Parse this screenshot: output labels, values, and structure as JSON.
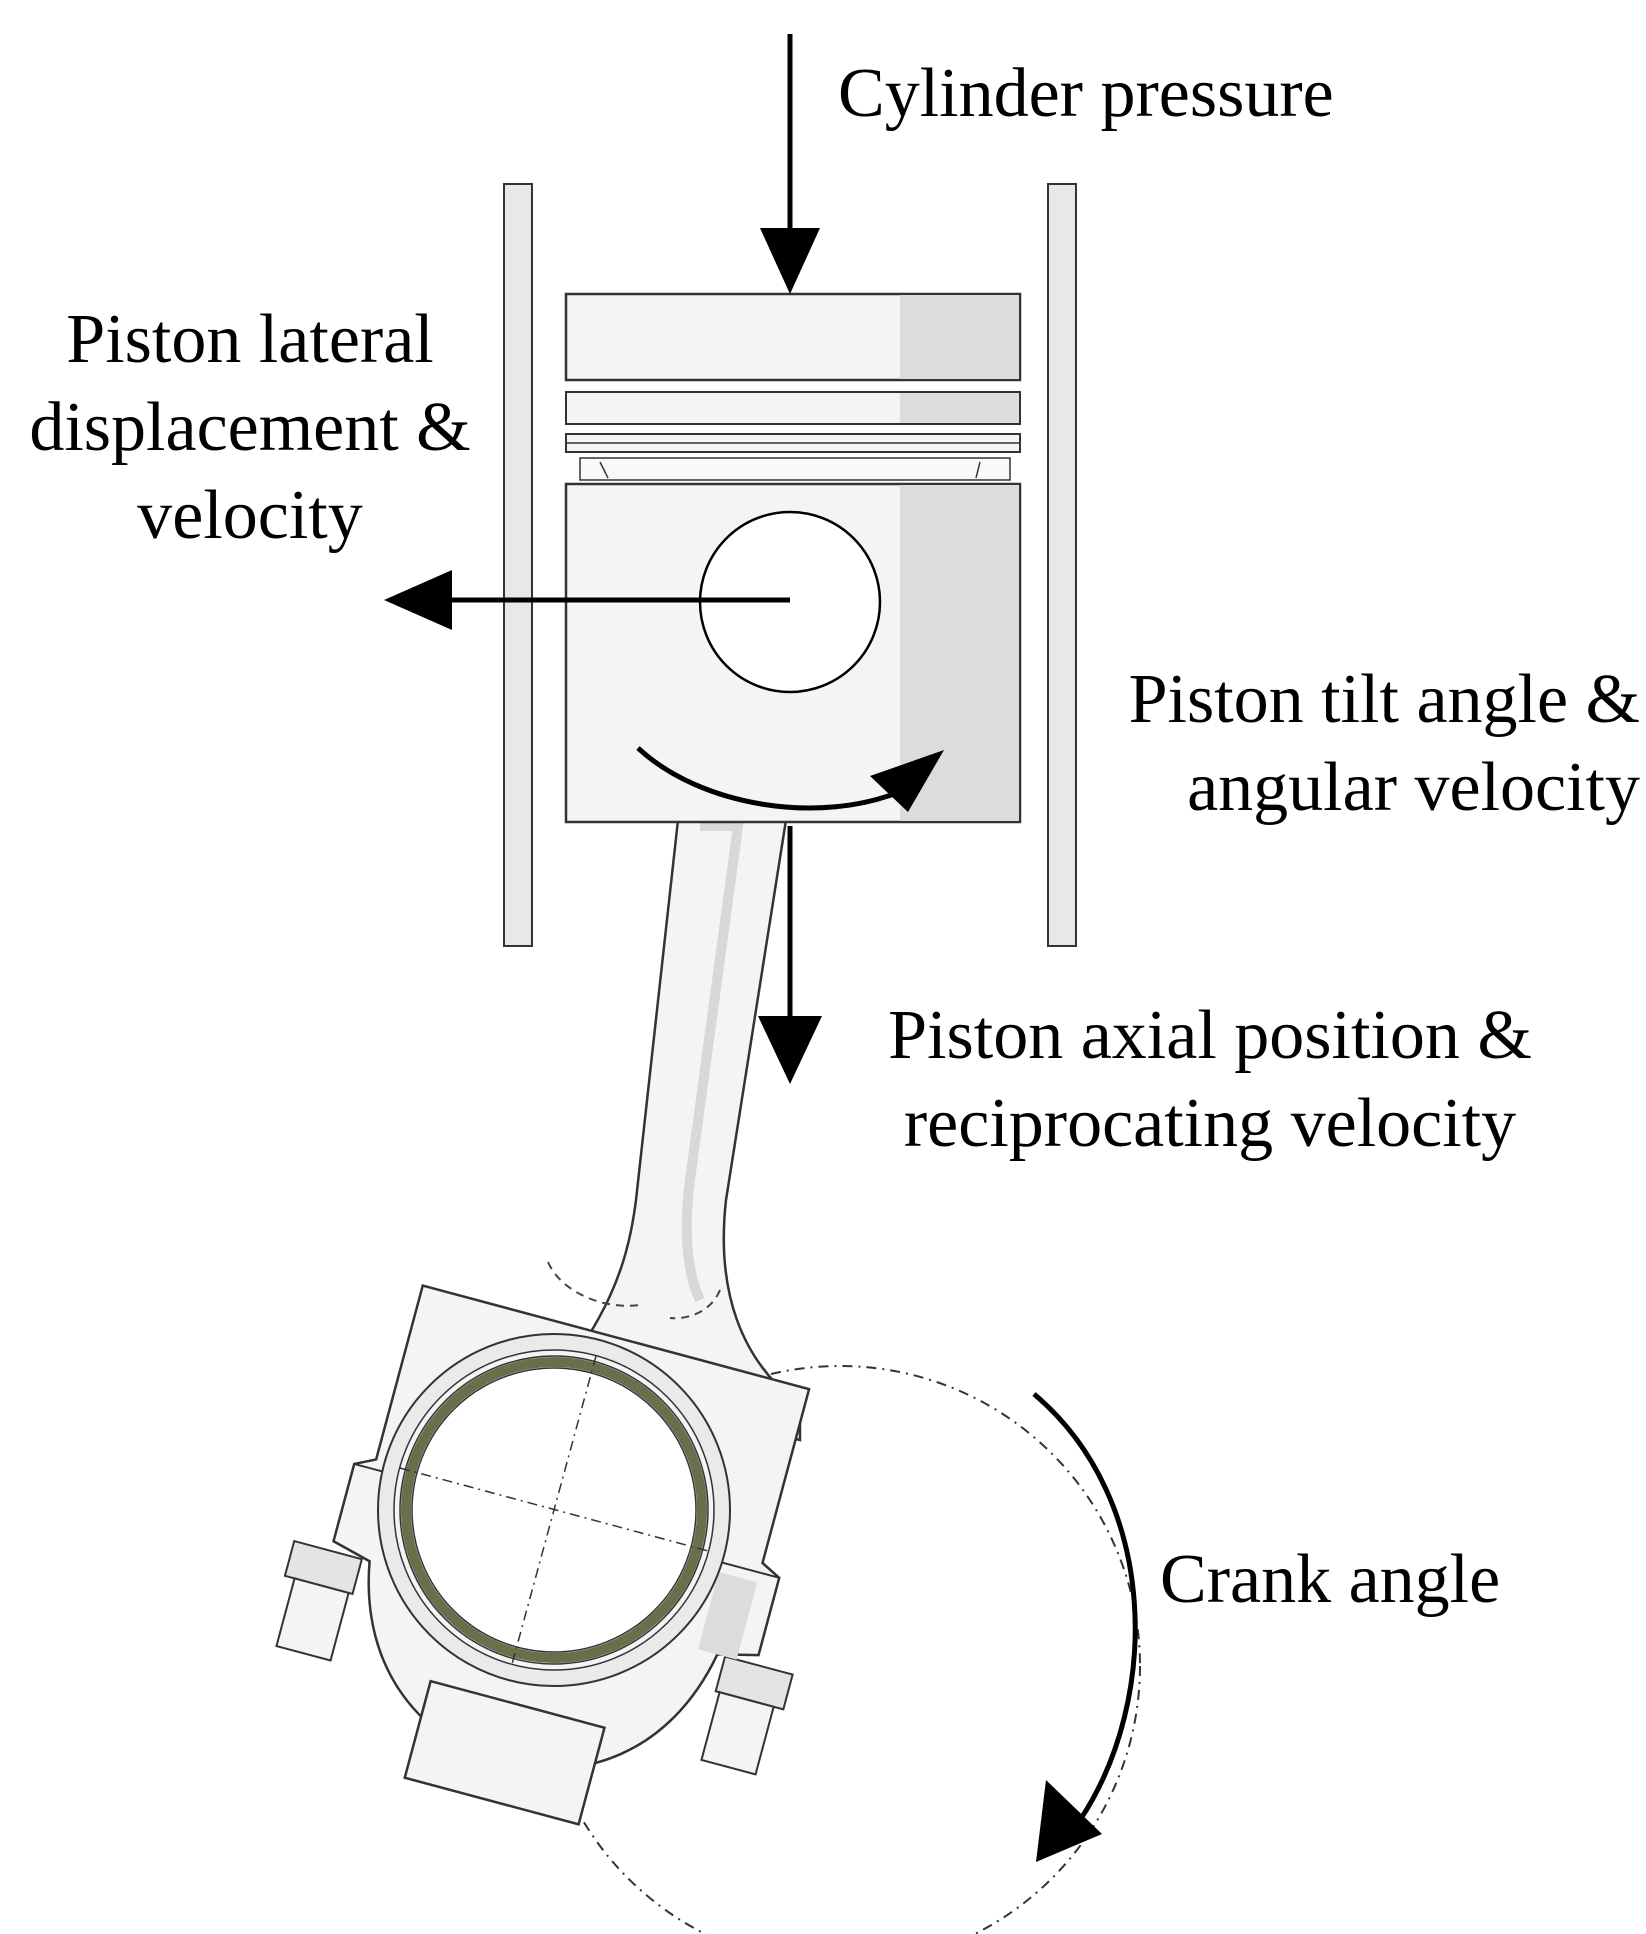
{
  "labels": {
    "cylinder_pressure": "Cylinder pressure",
    "lateral": [
      "Piston lateral",
      "displacement &",
      "velocity"
    ],
    "tilt": [
      "Piston tilt angle &",
      "angular velocity"
    ],
    "axial": [
      "Piston axial position &",
      "reciprocating velocity"
    ],
    "crank": "Crank angle"
  },
  "colors": {
    "line": "#000000",
    "part_fill": "#f4f4f4",
    "part_shade": "#dcdcdc",
    "liner_fill": "#e8e8e8",
    "bearing_shell": "#6b6e4a"
  }
}
